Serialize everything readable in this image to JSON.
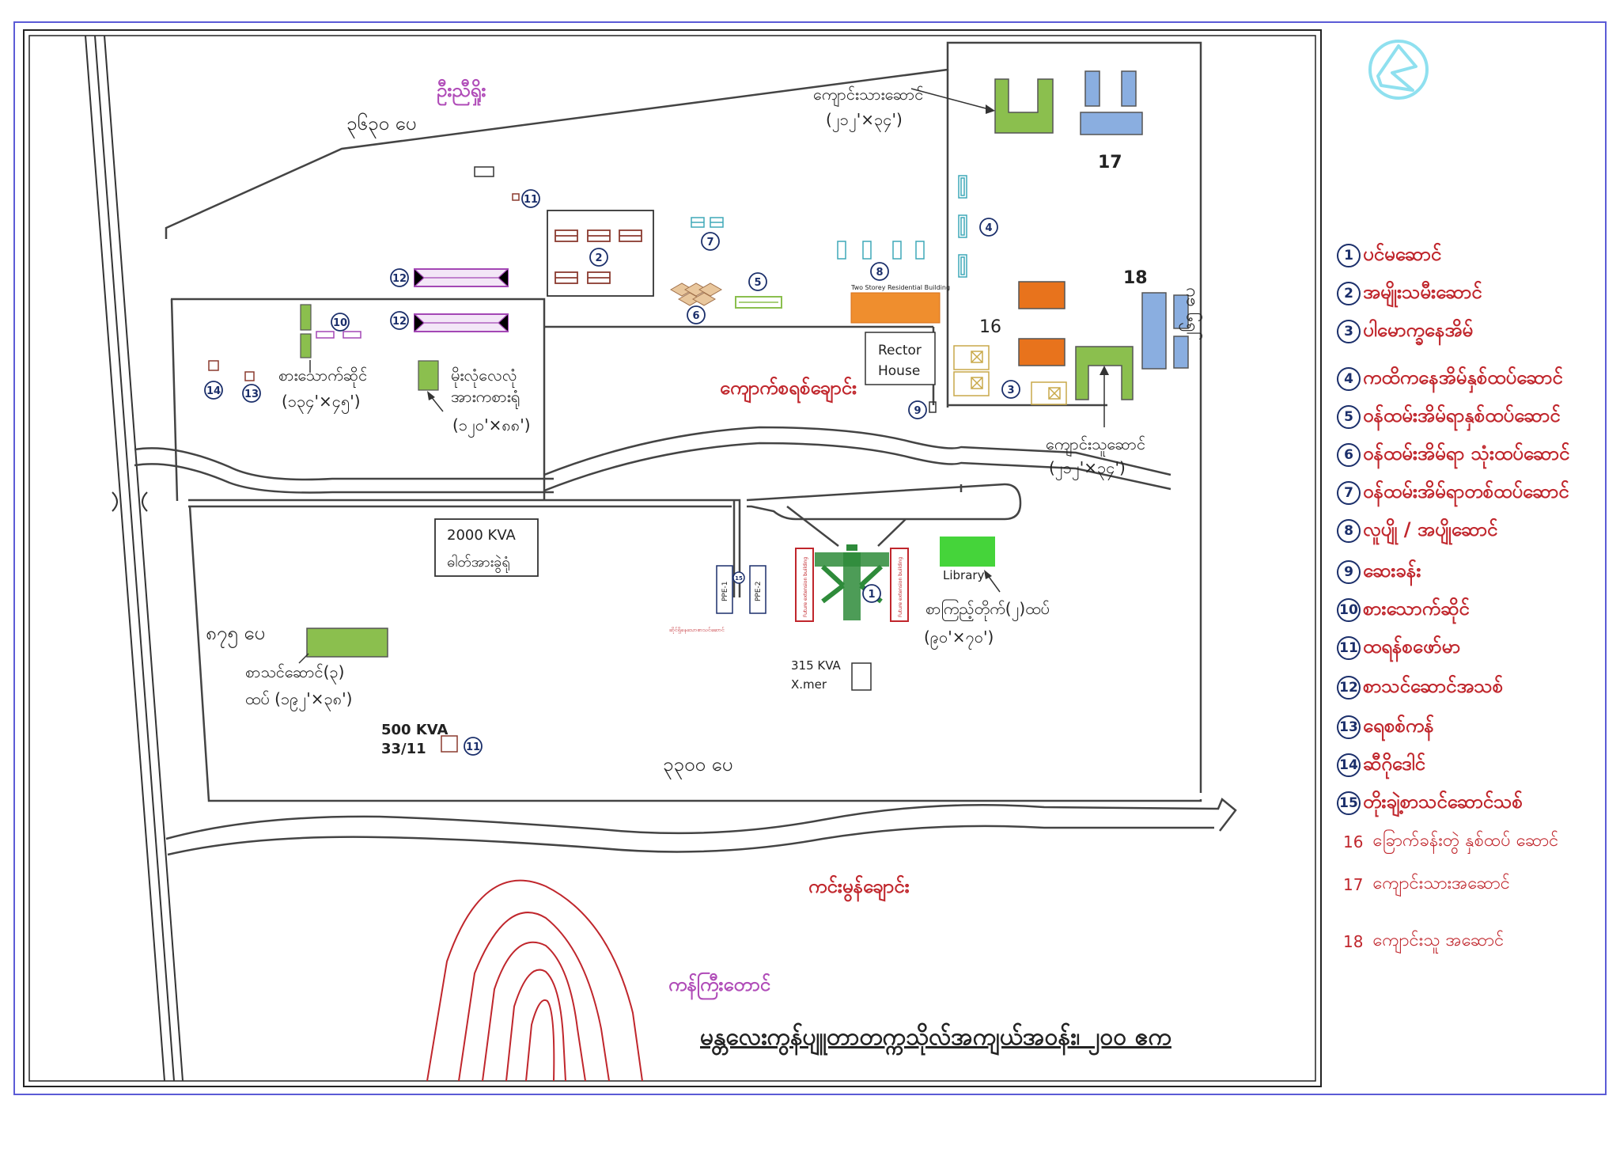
{
  "map": {
    "road_north": "၃၆၃၀ ပေ",
    "road_south": "၃၃၀၀ ပေ",
    "road_west": "၈၇၅ ပေ",
    "road_east": "၂၆၅ ပေ",
    "village_north": "ဦးညီရှိုး",
    "creek_middle": "ကျောက်စရစ်ချောင်း",
    "creek_south": "ကင်းမွန်ချောင်း",
    "hill": "ကန်ကြီးတောင်",
    "title": "မန္တလေးကွန်ပျူတာတက္ကသိုလ်အကျယ်အဝန်း၊ ၂၀၀ ဧက"
  },
  "labels": {
    "male_hostel": "ကျောင်းသားဆောင်",
    "male_hostel_size": "(၂၁၂'×၃၄')",
    "female_hostel": "ကျောင်းသူဆောင်",
    "female_hostel_size": "(၂၁၂'×၃၄')",
    "canteen": "စားသောက်ဆိုင်",
    "canteen_size": "(၁၃၄'×၄၅')",
    "rainwater": "မိုးလုံလေလုံ",
    "rainwater_2": "အားကစားရုံ",
    "rainwater_size": "(၁၂၀'×၈၈')",
    "rector_1": "Rector",
    "rector_2": "House",
    "kva2000_1": "2000 KVA",
    "kva2000_2": "ဓါတ်အားခွဲရုံ",
    "library": "Library",
    "main_building": "စာကြည့်တိုက်(၂)ထပ်",
    "main_building_size": "(၉၀'×၇၀')",
    "kva315_1": "315 KVA",
    "kva315_2": "X.mer",
    "lecture_hall": "စာသင်ဆောင်(၃)",
    "lecture_hall_size": "ထပ် (၁၉၂'×၃၈')",
    "kva500_1": "500 KVA",
    "kva500_2": "33/11",
    "two_storey": "Two Storey Residential Building",
    "num16": "16",
    "num17": "17",
    "num18": "18",
    "future_ext_1": "Future extension building",
    "future_ext_2": "Future extension building",
    "ppe1": "PPE-1",
    "ppe2": "PPE-2",
    "proposed": "ဆိုင်ရှိနေသောစာသင်ဆောင်"
  },
  "markers": {
    "m1": "1",
    "m2": "2",
    "m3": "3",
    "m4": "4",
    "m5": "5",
    "m6": "6",
    "m7": "7",
    "m8": "8",
    "m9": "9",
    "m10": "10",
    "m11a": "11",
    "m11b": "11",
    "m12a": "12",
    "m12b": "12",
    "m13": "13",
    "m14": "14",
    "m15": "15"
  },
  "legend": [
    {
      "num": "1",
      "text": "ပင်မဆောင်"
    },
    {
      "num": "2",
      "text": "အမျိုးသမီးဆောင်"
    },
    {
      "num": "3",
      "text": "ပါမောက္ခနေအိမ်"
    },
    {
      "num": "4",
      "text": "ကထိကနေအိမ်နှစ်ထပ်ဆောင်"
    },
    {
      "num": "5",
      "text": "ဝန်ထမ်းအိမ်ရာနှစ်ထပ်ဆောင်"
    },
    {
      "num": "6",
      "text": "ဝန်ထမ်းအိမ်ရာ သုံးထပ်ဆောင်"
    },
    {
      "num": "7",
      "text": "ဝန်ထမ်းအိမ်ရာတစ်ထပ်ဆောင်"
    },
    {
      "num": "8",
      "text": "လူပျို / အပျိုဆောင်"
    },
    {
      "num": "9",
      "text": "ဆေးခန်း"
    },
    {
      "num": "10",
      "text": "စားသောက်ဆိုင်"
    },
    {
      "num": "11",
      "text": "ထရန်စဖော်မာ"
    },
    {
      "num": "12",
      "text": "စာသင်ဆောင်အသစ်"
    },
    {
      "num": "13",
      "text": "ရေစစ်ကန်"
    },
    {
      "num": "14",
      "text": "ဆီဂိုဒေါင်"
    },
    {
      "num": "15",
      "text": "တိုးချဲ့စာသင်ဆောင်သစ်"
    },
    {
      "num": "16",
      "text": "ခြောက်ခန်းတွဲ နှစ်ထပ် ဆောင်"
    },
    {
      "num": "17",
      "text": "ကျောင်းသားအဆောင်"
    },
    {
      "num": "18",
      "text": "ကျောင်းသူ အဆောင်"
    }
  ],
  "colors": {
    "frame": "#5b5bd6",
    "road": "#444444",
    "creek": "#444444",
    "marker": "#1b2f6b",
    "label_red": "#c0262c",
    "label_purple": "#b04cb8",
    "building_green": "#8bbf4e",
    "building_blue": "#8aaee0",
    "building_orange": "#e8731c",
    "library_green": "#45d43a",
    "hill": "#c0262c"
  }
}
